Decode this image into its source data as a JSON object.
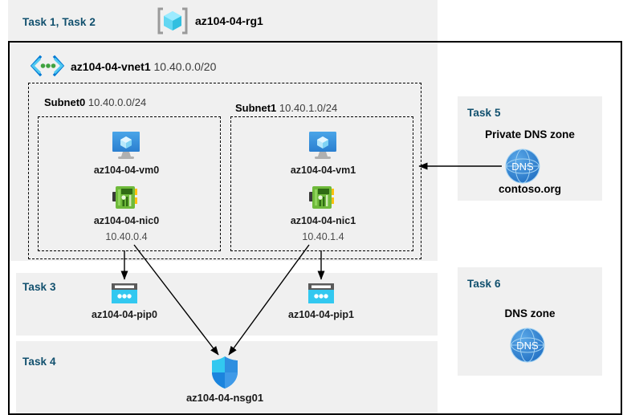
{
  "diagram": {
    "resource_group": {
      "task_label": "Task 1, Task 2",
      "name": "az104-04-rg1",
      "icon": "resource-group-cube-icon"
    },
    "vnet": {
      "name": "az104-04-vnet1",
      "cidr": "10.40.0.0/20",
      "icon": "virtual-network-icon"
    },
    "subnets": [
      {
        "name": "Subnet0",
        "cidr": "10.40.0.0/24"
      },
      {
        "name": "Subnet1",
        "cidr": "10.40.1.0/24"
      }
    ],
    "virtual_machines": [
      {
        "name": "az104-04-vm0",
        "icon": "virtual-machine-icon"
      },
      {
        "name": "az104-04-vm1",
        "icon": "virtual-machine-icon"
      }
    ],
    "network_interfaces": [
      {
        "name": "az104-04-nic0",
        "ip": "10.40.0.4",
        "icon": "network-interface-icon"
      },
      {
        "name": "az104-04-nic1",
        "ip": "10.40.1.4",
        "icon": "network-interface-icon"
      }
    ],
    "public_ips": {
      "task_label": "Task 3",
      "items": [
        {
          "name": "az104-04-pip0",
          "icon": "public-ip-address-icon"
        },
        {
          "name": "az104-04-pip1",
          "icon": "public-ip-address-icon"
        }
      ]
    },
    "network_security_group": {
      "task_label": "Task 4",
      "name": "az104-04-nsg01",
      "icon": "network-security-group-shield-icon"
    },
    "private_dns_zone": {
      "task_label": "Task 5",
      "title": "Private DNS zone",
      "name": "contoso.org",
      "icon": "dns-globe-icon",
      "icon_text": "DNS"
    },
    "dns_zone": {
      "task_label": "Task 6",
      "title": "DNS zone",
      "icon": "dns-globe-icon",
      "icon_text": "DNS"
    },
    "colors": {
      "task_label": "#11506e",
      "panel_background": "#f0f0f0",
      "page_background": "#ffffff",
      "border": "#000000",
      "azure_blue": "#0078d4",
      "cyan": "#32c8f0",
      "nic_green": "#6fba3b",
      "dns_blue": "#2a7fd4"
    }
  }
}
